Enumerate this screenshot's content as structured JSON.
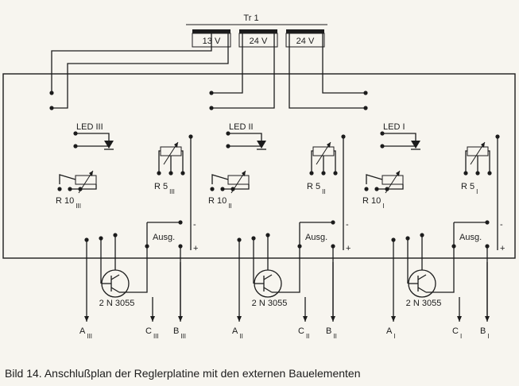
{
  "transformer": {
    "name": "Tr 1",
    "windings": [
      "13 V",
      "24 V",
      "24 V"
    ]
  },
  "channels": [
    {
      "led": "LED III",
      "pot_main": "R 5",
      "pot_main_sub": "III",
      "pot_trim": "R 10",
      "pot_trim_sub": "III",
      "out_label": "Ausg.",
      "minus": "-",
      "plus": "+",
      "transistor": "2 N 3055",
      "terminals": [
        {
          "main": "A",
          "sub": "III"
        },
        {
          "main": "C",
          "sub": "III"
        },
        {
          "main": "B",
          "sub": "III"
        }
      ]
    },
    {
      "led": "LED II",
      "pot_main": "R 5",
      "pot_main_sub": "II",
      "pot_trim": "R 10",
      "pot_trim_sub": "II",
      "out_label": "Ausg.",
      "minus": "-",
      "plus": "+",
      "transistor": "2 N 3055",
      "terminals": [
        {
          "main": "A",
          "sub": "II"
        },
        {
          "main": "C",
          "sub": "II"
        },
        {
          "main": "B",
          "sub": "II"
        }
      ]
    },
    {
      "led": "LED I",
      "pot_main": "R 5",
      "pot_main_sub": "I",
      "pot_trim": "R 10",
      "pot_trim_sub": "I",
      "out_label": "Ausg.",
      "minus": "-",
      "plus": "+",
      "transistor": "2 N 3055",
      "terminals": [
        {
          "main": "A",
          "sub": "I"
        },
        {
          "main": "C",
          "sub": "I"
        },
        {
          "main": "B",
          "sub": "I"
        }
      ]
    }
  ],
  "caption": "Bild 14. Anschlußplan der Reglerplatine mit den externen Bauelementen"
}
